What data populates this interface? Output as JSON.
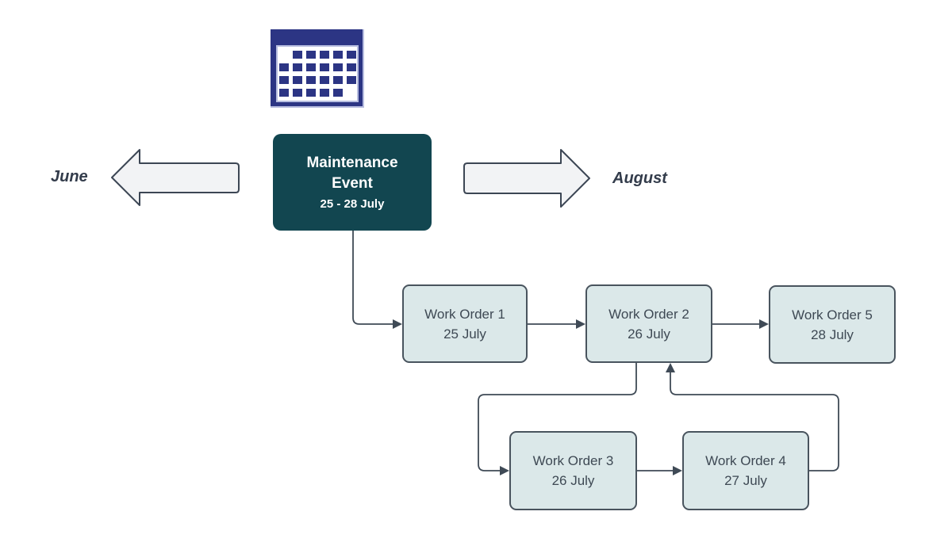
{
  "colors": {
    "calendar_navy": "#2c3584",
    "calendar_trim": "#b7bddf",
    "event_teal": "#124650",
    "event_text": "#ffffff",
    "work_order_fill": "#dbe8e9",
    "work_order_border": "#49545e",
    "work_order_text": "#3e4954",
    "big_arrow_fill": "#f2f3f5",
    "big_arrow_border": "#3c4654",
    "connector_line": "#3f4a56",
    "month_label_text": "#333c4b",
    "background": "#ffffff"
  },
  "icons": {
    "calendar": {
      "name": "calendar-icon",
      "grid": [
        [
          0,
          1,
          1,
          1,
          1,
          1
        ],
        [
          1,
          1,
          1,
          1,
          1,
          1
        ],
        [
          1,
          1,
          1,
          1,
          1,
          1
        ],
        [
          1,
          1,
          1,
          1,
          1,
          0
        ]
      ]
    }
  },
  "timeline": {
    "left_label": "June",
    "right_label": "August",
    "event": {
      "title": "Maintenance Event",
      "dates": "25 - 28 July"
    }
  },
  "work_orders": [
    {
      "title": "Work Order 1",
      "date": "25 July"
    },
    {
      "title": "Work Order 2",
      "date": "26 July"
    },
    {
      "title": "Work Order 3",
      "date": "26 July"
    },
    {
      "title": "Work Order 4",
      "date": "27 July"
    },
    {
      "title": "Work Order 5",
      "date": "28 July"
    }
  ]
}
